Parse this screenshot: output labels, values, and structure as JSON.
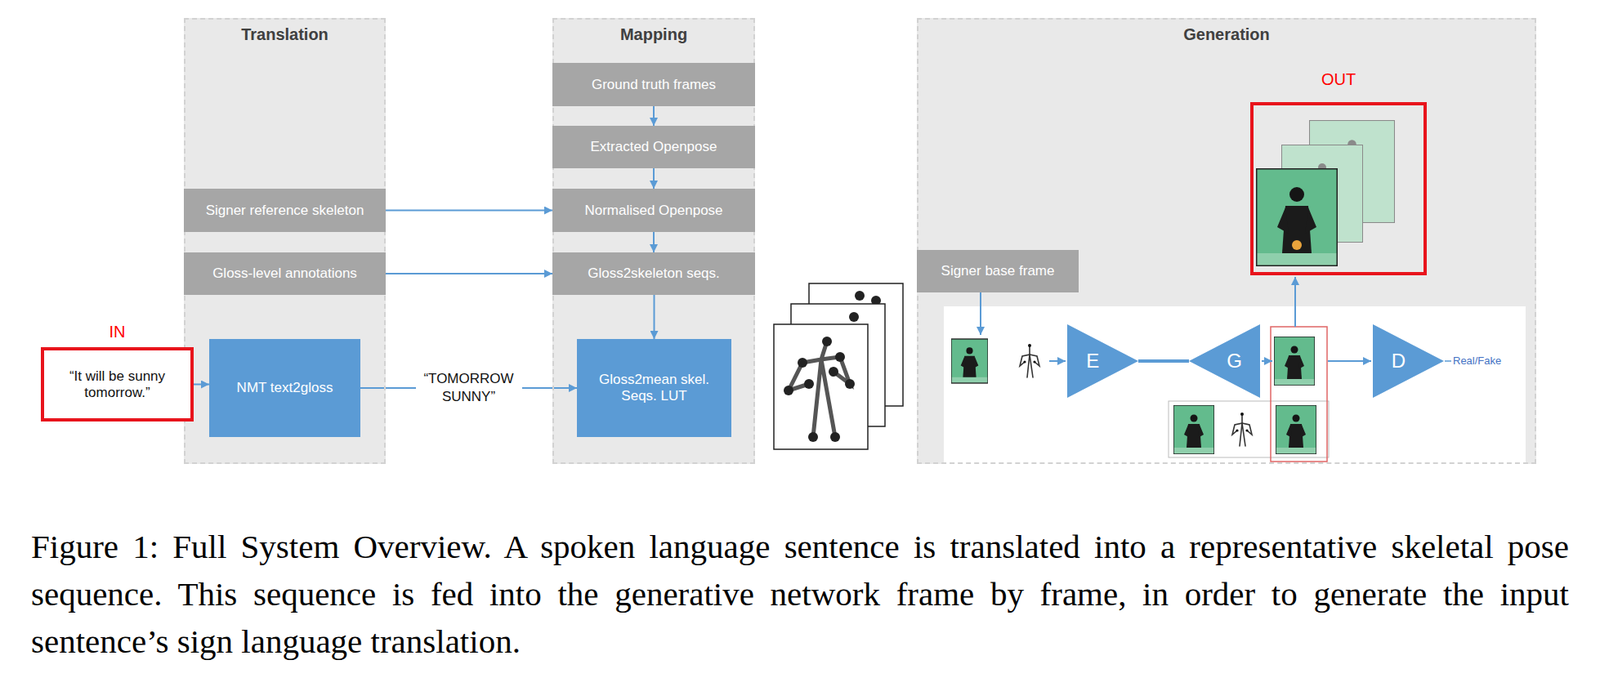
{
  "diagram": {
    "caption": "Figure 1: Full System Overview. A spoken language sentence is translated into a representative skeletal pose sequence. This sequence is fed into the generative network frame by frame, in order to generate the input sentence’s sign language translation.",
    "nodes": [
      {
        "text": [
          "Translation"
        ]
      },
      {
        "text": [
          "Mapping"
        ]
      },
      {
        "text": [
          "Generation"
        ]
      },
      {
        "text": [
          "Signer reference skeleton"
        ],
        "in": 0
      },
      {
        "text": [
          "Gloss-level annotations"
        ],
        "in": 0
      },
      {
        "text": [
          "NMT text2gloss"
        ],
        "in": 0
      },
      {
        "text": [
          "IN",
          "“It will be sunny tomorrow.”"
        ]
      },
      {
        "text": [
          "Ground truth frames"
        ],
        "in": 1
      },
      {
        "text": [
          "Extracted Openpose"
        ],
        "in": 1
      },
      {
        "text": [
          "Normalised Openpose"
        ],
        "in": 1
      },
      {
        "text": [
          "Gloss2skeleton seqs."
        ],
        "in": 1
      },
      {
        "text": [
          "Gloss2mean skel. Seqs. LUT"
        ],
        "in": 1
      },
      {
        "text": [
          "Signer base frame"
        ],
        "in": 2
      },
      {
        "text": [
          "OUT"
        ],
        "in": 2
      },
      {
        "text": [
          "E"
        ],
        "in": 2
      },
      {
        "text": [
          "G"
        ],
        "in": 2
      },
      {
        "text": [
          "D"
        ],
        "in": 2
      }
    ],
    "edges": [
      {
        "from": 6,
        "to": 5,
        "arrow": "to"
      },
      {
        "from": 5,
        "to": 11,
        "label": "“TOMORROW SUNNY”",
        "arrow": "to"
      },
      {
        "from": 7,
        "to": 8,
        "arrow": "to"
      },
      {
        "from": 8,
        "to": 9,
        "arrow": "to"
      },
      {
        "from": 9,
        "to": 10,
        "arrow": "to"
      },
      {
        "from": 10,
        "to": 11,
        "arrow": "to"
      },
      {
        "from": 3,
        "to": 9,
        "arrow": "to"
      },
      {
        "from": 4,
        "to": 10,
        "arrow": "to"
      },
      {
        "from": 14,
        "to": 15,
        "arrow": "none"
      }
    ],
    "labels": [
      "Real/Fake"
    ]
  }
}
